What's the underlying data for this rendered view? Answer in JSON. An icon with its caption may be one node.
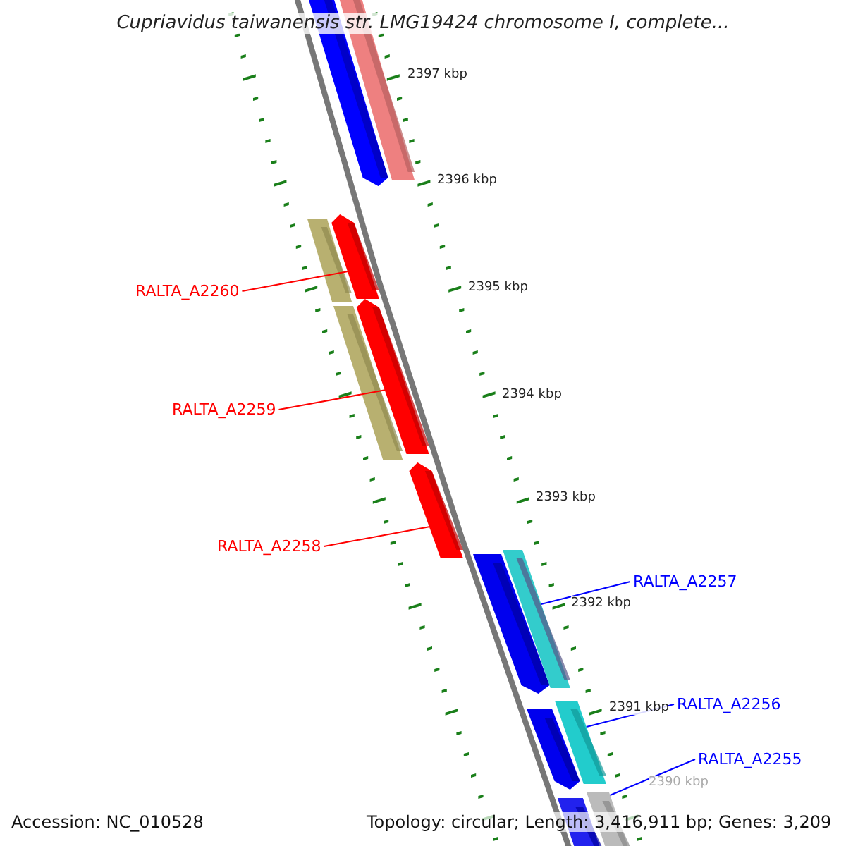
{
  "diagram": {
    "title": "Cupriavidus taiwanensis str. LMG19424 chromosome I, complete...",
    "nodes": [
      {
        "text": [
          "RALTA_A2260"
        ]
      },
      {
        "text": [],
        "shape": "arrow"
      },
      {
        "text": [
          "RALTA_A2259"
        ]
      },
      {
        "text": [],
        "shape": "arrow"
      },
      {
        "text": [
          "RALTA_A2258"
        ]
      },
      {
        "text": [],
        "shape": "arrow"
      },
      {
        "text": [
          "RALTA_A2257"
        ]
      },
      {
        "text": [],
        "shape": "bar"
      },
      {
        "text": [
          "RALTA_A2256"
        ]
      },
      {
        "text": [],
        "shape": "bar"
      },
      {
        "text": [
          "RALTA_A2255"
        ]
      },
      {
        "text": [],
        "shape": "bar"
      }
    ],
    "edges": [
      {
        "from": 0,
        "to": 1,
        "arrow": "none"
      },
      {
        "from": 2,
        "to": 3,
        "arrow": "none"
      },
      {
        "from": 4,
        "to": 5,
        "arrow": "none"
      },
      {
        "from": 6,
        "to": 7,
        "arrow": "none",
        "color": "#0000ff"
      },
      {
        "from": 8,
        "to": 9,
        "arrow": "none",
        "color": "#0000ff"
      },
      {
        "from": 10,
        "to": 11,
        "arrow": "none",
        "color": "#0000ff"
      }
    ],
    "labels": [
      "2397 kbp",
      "2396 kbp",
      "2395 kbp",
      "2394 kbp",
      "2393 kbp",
      "2392 kbp",
      "2391 kbp",
      "2390 kbp",
      "Accession: NC_010528",
      "Topology: circular; Length: 3,416,911 bp; Genes: 3,209"
    ]
  }
}
